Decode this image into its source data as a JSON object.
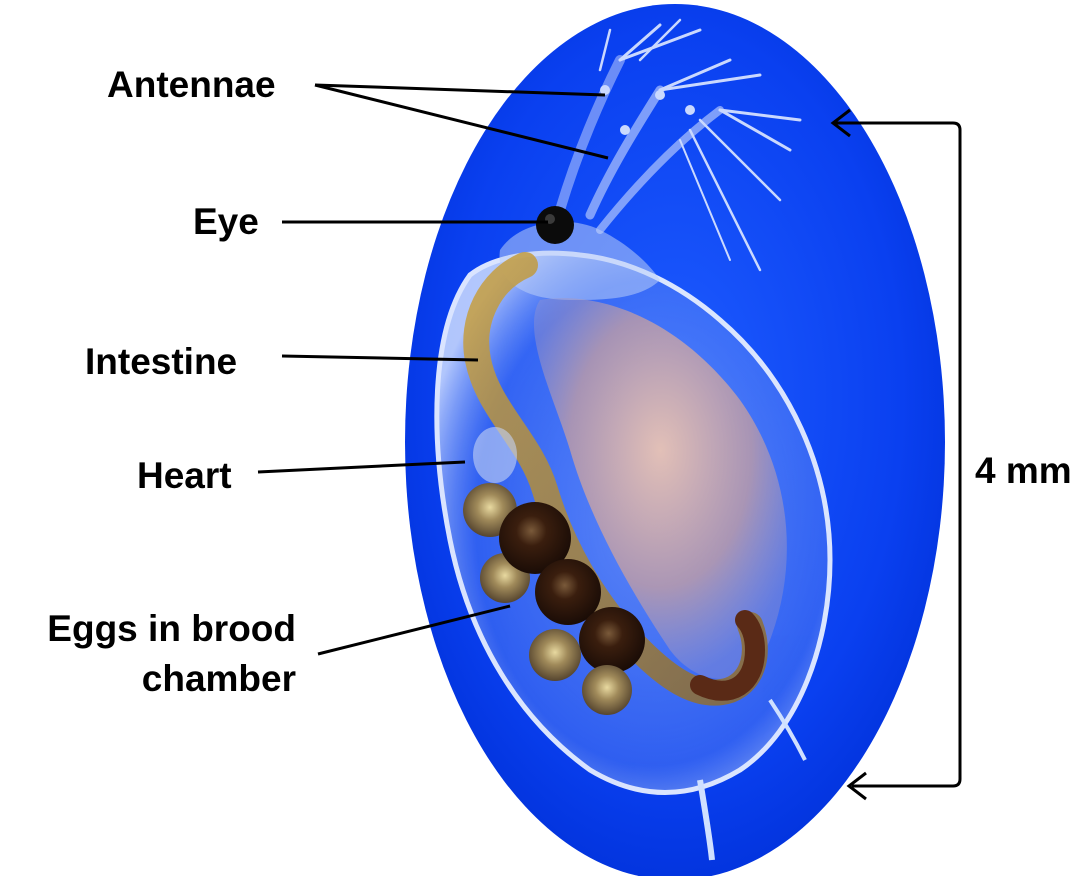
{
  "labels": {
    "antennae": "Antennae",
    "eye": "Eye",
    "intestine": "Intestine",
    "heart": "Heart",
    "eggs_line1": "Eggs in brood",
    "eggs_line2": "chamber"
  },
  "scale": {
    "text": "4 mm"
  },
  "colors": {
    "background": "#0038ee",
    "background_light": "#1a5cff",
    "eye": "#0b0b0b",
    "intestine": "#9a7a30",
    "egg_dark": "#3a1e0e",
    "egg_light": "#8a7a50",
    "body_shell": "#c8dcff",
    "label_text": "#000000"
  }
}
